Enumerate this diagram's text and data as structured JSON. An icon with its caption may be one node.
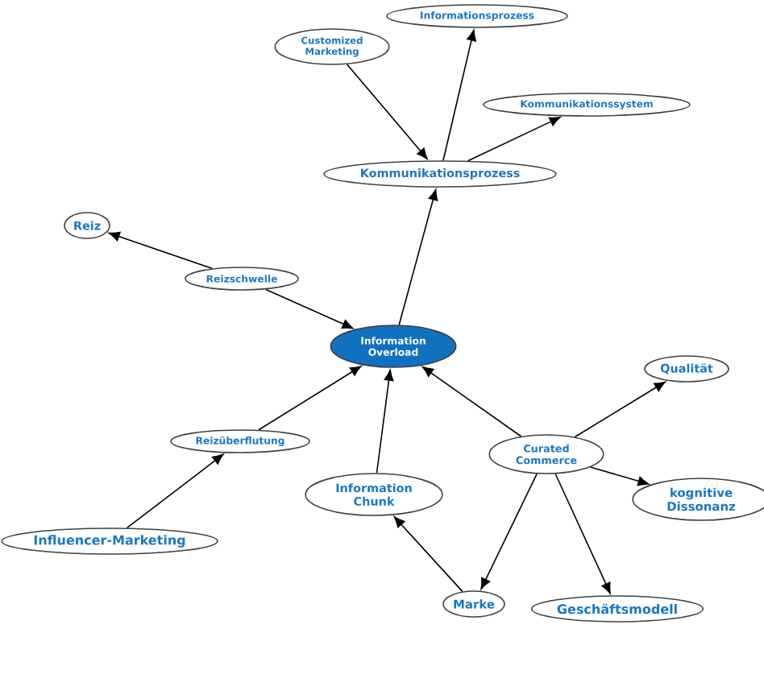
{
  "diagram": {
    "nodes": [
      {
        "text": [
          "Informationsprozess"
        ]
      },
      {
        "text": [
          "Customized Marketing"
        ]
      },
      {
        "text": [
          "Kommunikationssystem"
        ]
      },
      {
        "text": [
          "Kommunikationsprozess"
        ]
      },
      {
        "text": [
          "Reiz"
        ]
      },
      {
        "text": [
          "Reizschwelle"
        ]
      },
      {
        "text": [
          "Information Overload"
        ]
      },
      {
        "text": [
          "Qualität"
        ]
      },
      {
        "text": [
          "Reizüberflutung"
        ]
      },
      {
        "text": [
          "Curated Commerce"
        ]
      },
      {
        "text": [
          "Information Chunk"
        ]
      },
      {
        "text": [
          "kognitive Dissonanz"
        ]
      },
      {
        "text": [
          "Influencer-Marketing"
        ]
      },
      {
        "text": [
          "Marke"
        ]
      },
      {
        "text": [
          "Geschäftsmodell"
        ]
      }
    ],
    "edges": [
      {
        "from": 1,
        "to": 3,
        "arrow": "to"
      },
      {
        "from": 3,
        "to": 0,
        "arrow": "to"
      },
      {
        "from": 3,
        "to": 2,
        "arrow": "to"
      },
      {
        "from": 6,
        "to": 3,
        "arrow": "to"
      },
      {
        "from": 5,
        "to": 4,
        "arrow": "to"
      },
      {
        "from": 5,
        "to": 6,
        "arrow": "to"
      },
      {
        "from": 8,
        "to": 6,
        "arrow": "to"
      },
      {
        "from": 12,
        "to": 8,
        "arrow": "to"
      },
      {
        "from": 10,
        "to": 6,
        "arrow": "to"
      },
      {
        "from": 9,
        "to": 6,
        "arrow": "to"
      },
      {
        "from": 9,
        "to": 7,
        "arrow": "to"
      },
      {
        "from": 9,
        "to": 11,
        "arrow": "to"
      },
      {
        "from": 9,
        "to": 13,
        "arrow": "to"
      },
      {
        "from": 9,
        "to": 14,
        "arrow": "to"
      },
      {
        "from": 13,
        "to": 10,
        "arrow": "to"
      }
    ]
  }
}
